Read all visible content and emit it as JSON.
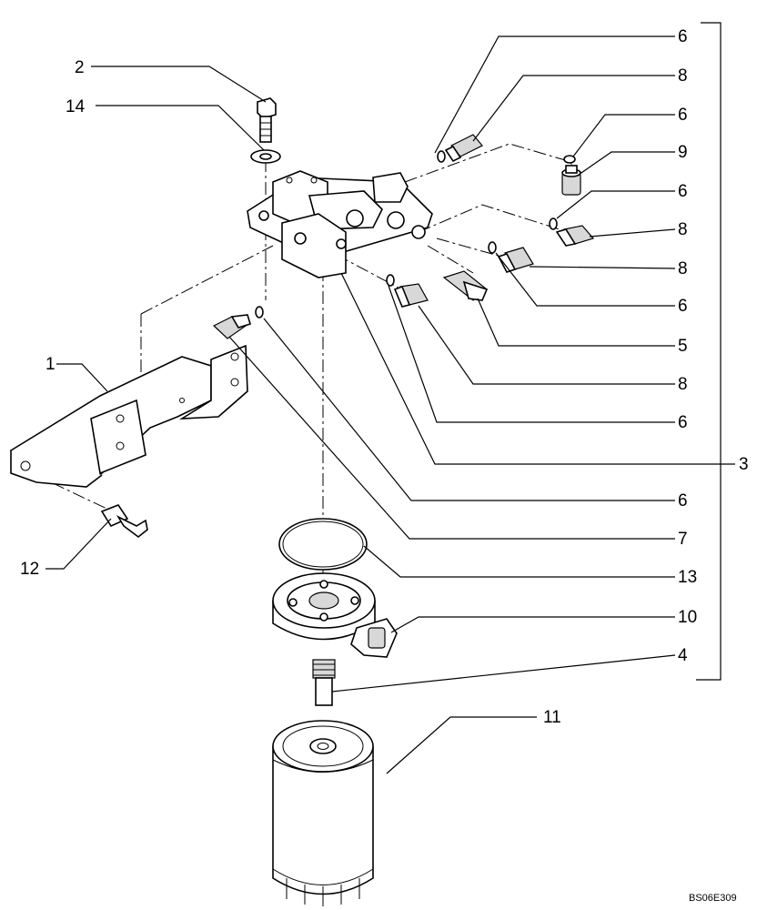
{
  "drawing_code": "BS06E309",
  "callouts": {
    "c1": "1",
    "c2": "2",
    "c3": "3",
    "c4": "4",
    "c5": "5",
    "c6a": "6",
    "c6b": "6",
    "c6c": "6",
    "c6d": "6",
    "c6e": "6",
    "c6f": "6",
    "c7": "7",
    "c8a": "8",
    "c8b": "8",
    "c8c": "8",
    "c9": "9",
    "c10": "10",
    "c11": "11",
    "c12": "12",
    "c13": "13",
    "c14": "14"
  }
}
